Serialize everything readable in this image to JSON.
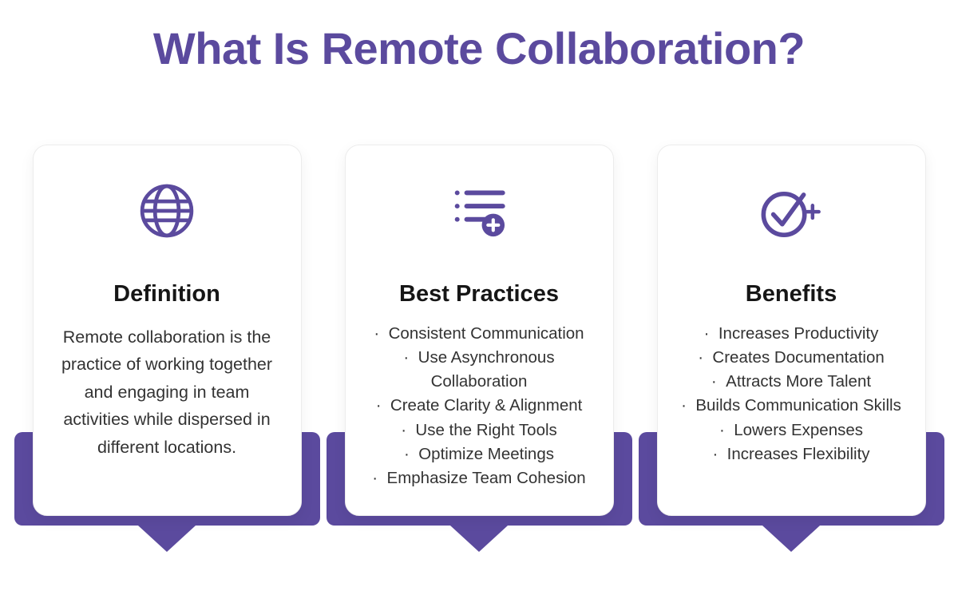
{
  "colors": {
    "accent": "#5b4a9e",
    "heading_text": "#161616",
    "body_text": "#333333",
    "card_background": "#ffffff",
    "page_background": "#ffffff"
  },
  "title": "What Is Remote Collaboration?",
  "cards": [
    {
      "icon": "globe-icon",
      "title": "Definition",
      "body": "Remote collaboration is the practice of working together and engaging in team activities while dispersed in different locations."
    },
    {
      "icon": "list-add-icon",
      "title": "Best Practices",
      "items": [
        "Consistent Communication",
        "Use Asynchronous Collaboration",
        "Create Clarity & Alignment",
        "Use the Right Tools",
        "Optimize Meetings",
        "Emphasize Team Cohesion"
      ]
    },
    {
      "icon": "check-add-icon",
      "title": "Benefits",
      "items": [
        "Increases Productivity",
        "Creates Documentation",
        "Attracts More Talent",
        "Builds Communication Skills",
        "Lowers Expenses",
        "Increases Flexibility"
      ]
    }
  ]
}
